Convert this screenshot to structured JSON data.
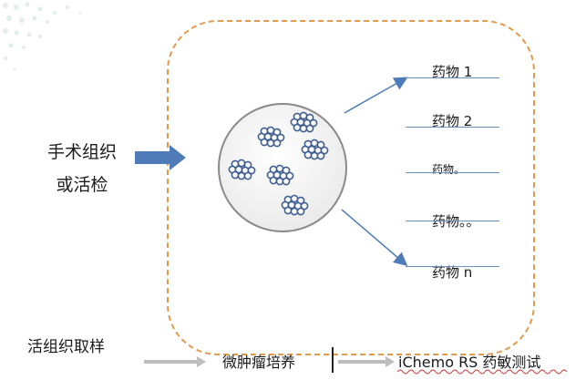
{
  "source": {
    "line1": "手术组织",
    "line2": "或活检"
  },
  "drugs": [
    {
      "label": "药物 1"
    },
    {
      "label": "药物 2"
    },
    {
      "label": "药物。"
    },
    {
      "label": "药物。。"
    },
    {
      "label": "药物 n"
    }
  ],
  "bottom": {
    "sampling": "活组织取样",
    "culture": "微肿瘤培养",
    "test": "iChemo RS 药敏测试"
  },
  "colors": {
    "dashed_border": "#e19a4e",
    "arrow_blue": "#4f7cb8",
    "cluster_blue": "#3f5f91",
    "circle_border": "#8a8a8a"
  }
}
